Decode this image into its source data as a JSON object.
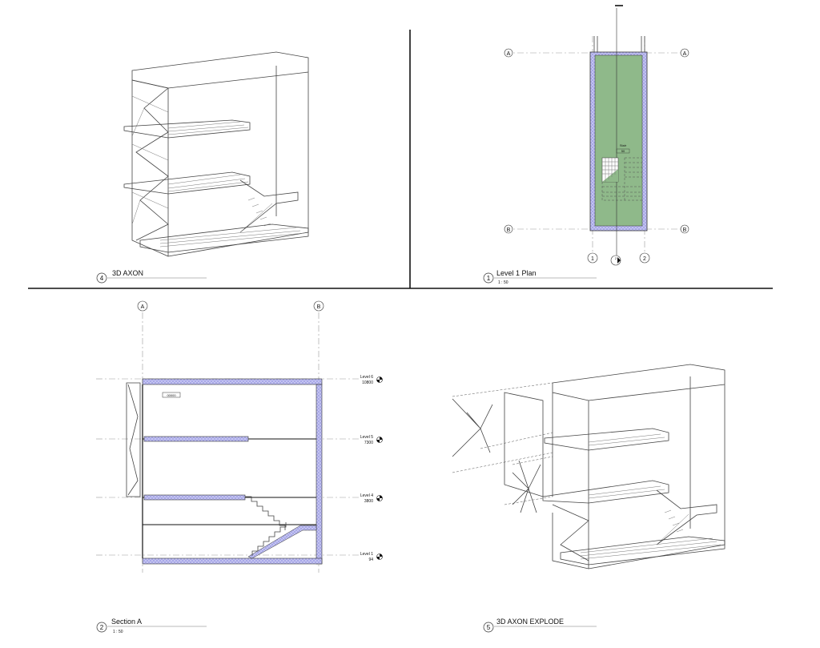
{
  "views": [
    {
      "number": "4",
      "title": "3D AXON",
      "scale": ""
    },
    {
      "number": "1",
      "title": "Level 1 Plan",
      "scale": "1 : 50"
    },
    {
      "number": "2",
      "title": "Section A",
      "scale": "1 : 50"
    },
    {
      "number": "5",
      "title": "3D AXON EXPLODE",
      "scale": ""
    }
  ],
  "plan": {
    "grid_rows": [
      "A",
      "B"
    ],
    "grid_cols": [
      "1",
      "2"
    ],
    "room_name": "Stair",
    "room_number": "50",
    "section_mark": "2",
    "colors": {
      "floor": "#8fb98a",
      "wall_hatch": "#b9b9ec"
    }
  },
  "section": {
    "grid_cols": [
      "A",
      "B"
    ],
    "tag": "00000",
    "levels": [
      {
        "name": "Level 6",
        "elevation": "10800"
      },
      {
        "name": "Level 5",
        "elevation": "7300"
      },
      {
        "name": "Level 4",
        "elevation": "3800"
      },
      {
        "name": "Level 1",
        "elevation": "94"
      }
    ]
  }
}
